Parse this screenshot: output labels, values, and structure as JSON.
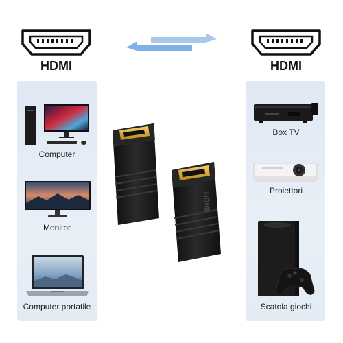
{
  "left": {
    "heading": "HDMI",
    "devices": [
      {
        "label": "Computer",
        "icon": "desktop-computer-icon"
      },
      {
        "label": "Monitor",
        "icon": "monitor-icon"
      },
      {
        "label": "Computer portatile",
        "icon": "laptop-icon"
      }
    ]
  },
  "right": {
    "heading": "HDMI",
    "devices": [
      {
        "label": "Box TV",
        "icon": "tv-box-icon"
      },
      {
        "label": "Proiettori",
        "icon": "projector-icon"
      },
      {
        "label": "Scatola giochi",
        "icon": "game-console-icon"
      }
    ]
  },
  "connector_text": "HDMI",
  "colors": {
    "panel": "#e3ebf4",
    "arrow": "#8fb6e6",
    "connector": "#1c1c1c",
    "gold": "#d9a72a"
  }
}
